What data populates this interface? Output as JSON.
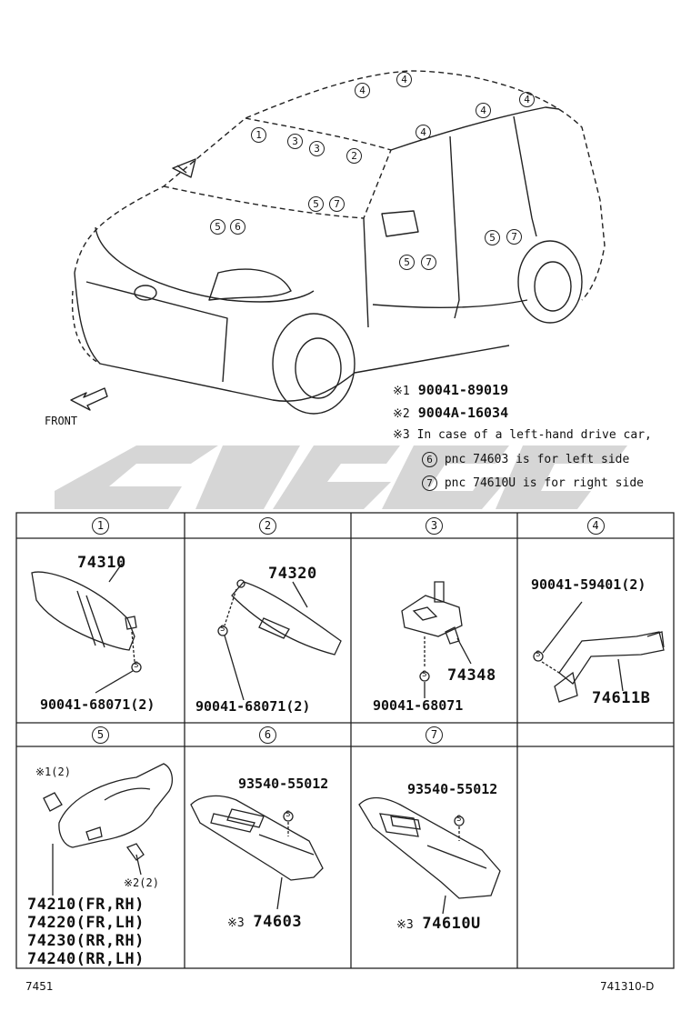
{
  "notes": {
    "n1_mark": "※1",
    "n1_value": "90041-89019",
    "n2_mark": "※2",
    "n2_value": "9004A-16034",
    "n3_mark": "※3",
    "n3_text": "In case of a left-hand drive car,",
    "n3_line1_num": "6",
    "n3_line1_text": "pnc 74603 is for left side",
    "n3_line2_num": "7",
    "n3_line2_text": "pnc 74610U is for right side"
  },
  "front_label": "FRONT",
  "car_callouts": [
    "4",
    "4",
    "4",
    "4",
    "4",
    "1",
    "3",
    "3",
    "2",
    "5",
    "7",
    "5",
    "6",
    "5",
    "7",
    "5",
    "7"
  ],
  "table": {
    "headers_top": [
      "1",
      "2",
      "3",
      "4"
    ],
    "headers_bottom": [
      "5",
      "6",
      "7"
    ],
    "cells": {
      "c1": {
        "part": "74310",
        "fastener": "90041-68071(2)"
      },
      "c2": {
        "part": "74320",
        "fastener": "90041-68071(2)"
      },
      "c3": {
        "part": "74348",
        "fastener": "90041-68071"
      },
      "c4": {
        "part": "74611B",
        "fastener": "90041-59401(2)"
      },
      "c5": {
        "mark1": "※1(2)",
        "mark2": "※2(2)",
        "parts": [
          "74210(FR,RH)",
          "74220(FR,LH)",
          "74230(RR,RH)",
          "74240(RR,LH)"
        ]
      },
      "c6": {
        "part_prefix": "※3",
        "part": "74603",
        "fastener": "93540-55012"
      },
      "c7": {
        "part_prefix": "※3",
        "part": "74610U",
        "fastener": "93540-55012"
      }
    },
    "s_mark": "S"
  },
  "footer": {
    "left": "7451",
    "right": "741310-D"
  },
  "colors": {
    "line": "#111111",
    "watermark": "#cfcfcf"
  }
}
